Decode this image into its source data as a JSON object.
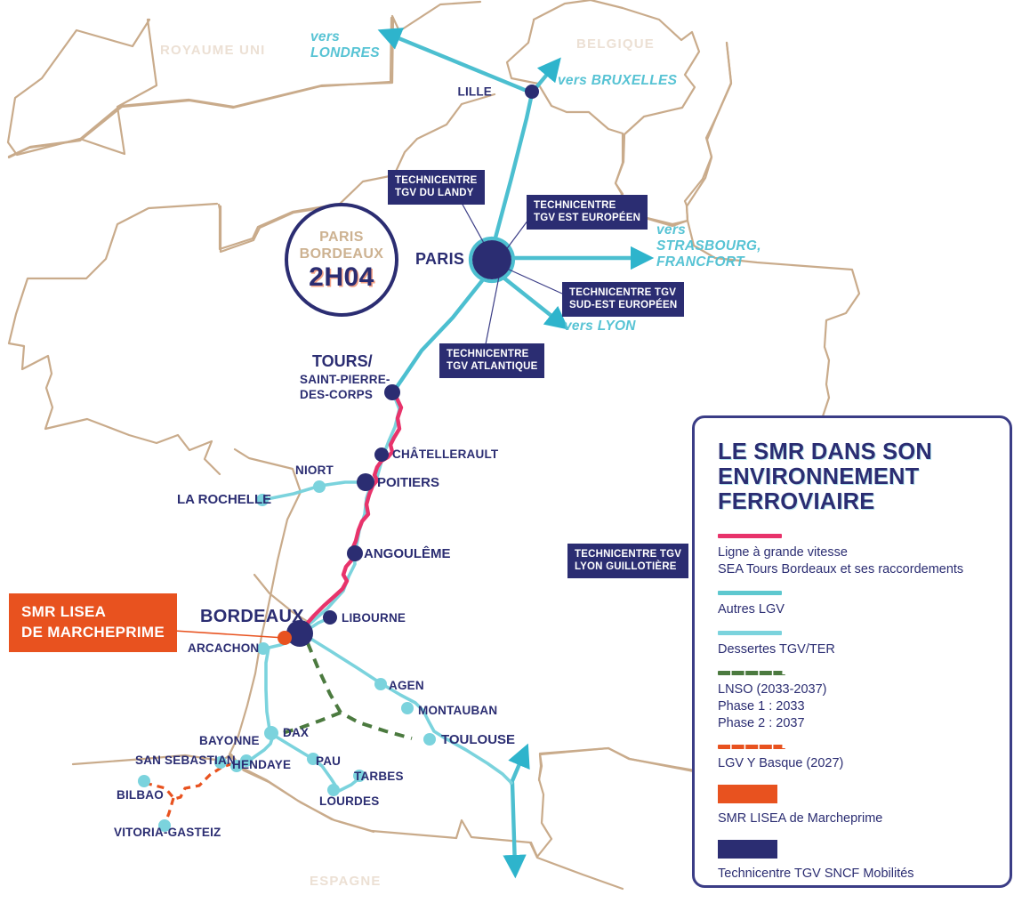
{
  "legend": {
    "title": "LE SMR DANS\nSON ENVIRONNEMENT\nFERROVIAIRE",
    "items": [
      {
        "kind": "line",
        "color": "#e8336b",
        "label": "Ligne à grande vitesse\nSEA Tours Bordeaux et ses raccordements"
      },
      {
        "kind": "line",
        "color": "#5ec8cf",
        "label": "Autres LGV"
      },
      {
        "kind": "line",
        "color": "#7bd3dd",
        "label": "Dessertes TGV/TER"
      },
      {
        "kind": "dash",
        "color": "#4b7a3f",
        "label": "LNSO (2033-2037)\nPhase 1 : 2033\nPhase 2 : 2037"
      },
      {
        "kind": "dash",
        "color": "#e8521f",
        "label": "LGV Y Basque (2027)"
      },
      {
        "kind": "box",
        "color": "#e8521f",
        "label": "SMR LISEA de Marcheprime"
      },
      {
        "kind": "box",
        "color": "#2b2d72",
        "label": "Technicentre TGV SNCF Mobilités"
      }
    ]
  },
  "time_badge": {
    "from": "PARIS",
    "to": "BORDEAUX",
    "duration": "2H04"
  },
  "smr_callout": {
    "label": "SMR LISEA\nDE MARCHEPRIME"
  },
  "technicentres": [
    {
      "id": "landy",
      "label": "TECHNICENTRE\nTGV DU LANDY"
    },
    {
      "id": "est",
      "label": "TECHNICENTRE\nTGV EST EUROPÉEN"
    },
    {
      "id": "sudest",
      "label": "TECHNICENTRE TGV\nSUD-EST EUROPÉEN"
    },
    {
      "id": "atlantique",
      "label": "TECHNICENTRE\nTGV ATLANTIQUE"
    },
    {
      "id": "lyon",
      "label": "TECHNICENTRE TGV\nLYON GUILLOTIÈRE"
    }
  ],
  "countries": [
    {
      "id": "uk",
      "label": "ROYAUME UNI"
    },
    {
      "id": "be",
      "label": "BELGIQUE"
    },
    {
      "id": "es",
      "label": "ESPAGNE"
    }
  ],
  "destinations": [
    {
      "id": "londres",
      "label": "vers\nLONDRES"
    },
    {
      "id": "bruxelles",
      "label": "vers BRUXELLES"
    },
    {
      "id": "strasbourg",
      "label": "vers\nSTRASBOURG,\nFRANCFORT"
    },
    {
      "id": "lyon",
      "label": "vers LYON"
    }
  ],
  "cities": [
    {
      "id": "lille",
      "label": "LILLE"
    },
    {
      "id": "paris",
      "label": "PARIS"
    },
    {
      "id": "tours",
      "label": "TOURS/"
    },
    {
      "id": "tours_sub",
      "label": "SAINT-PIERRE-\nDES-CORPS"
    },
    {
      "id": "chatellerault",
      "label": "CHÂTELLERAULT"
    },
    {
      "id": "niort",
      "label": "NIORT"
    },
    {
      "id": "poitiers",
      "label": "POITIERS"
    },
    {
      "id": "larochelle",
      "label": "LA ROCHELLE"
    },
    {
      "id": "angouleme",
      "label": "ANGOULÊME"
    },
    {
      "id": "libourne",
      "label": "LIBOURNE"
    },
    {
      "id": "bordeaux",
      "label": "BORDEAUX"
    },
    {
      "id": "arcachon",
      "label": "ARCACHON"
    },
    {
      "id": "agen",
      "label": "AGEN"
    },
    {
      "id": "montauban",
      "label": "MONTAUBAN"
    },
    {
      "id": "toulouse",
      "label": "TOULOUSE"
    },
    {
      "id": "bayonne",
      "label": "BAYONNE"
    },
    {
      "id": "dax",
      "label": "DAX"
    },
    {
      "id": "sansebastian",
      "label": "SAN SEBASTIAN"
    },
    {
      "id": "hendaye",
      "label": "HENDAYE"
    },
    {
      "id": "pau",
      "label": "PAU"
    },
    {
      "id": "tarbes",
      "label": "TARBES"
    },
    {
      "id": "bilbao",
      "label": "BILBAO"
    },
    {
      "id": "lourdes",
      "label": "LOURDES"
    },
    {
      "id": "vitoria",
      "label": "VITORIA-GASTEIZ"
    }
  ],
  "colors": {
    "navy": "#2b2d72",
    "lgv_sea": "#e8336b",
    "other_lgv": "#5ec8cf",
    "desserte": "#7bd3dd",
    "lnso": "#4b7a3f",
    "basque": "#e8521f",
    "smr": "#e8521f",
    "border": "#c9ab8b",
    "country_text": "#ece0d4"
  }
}
